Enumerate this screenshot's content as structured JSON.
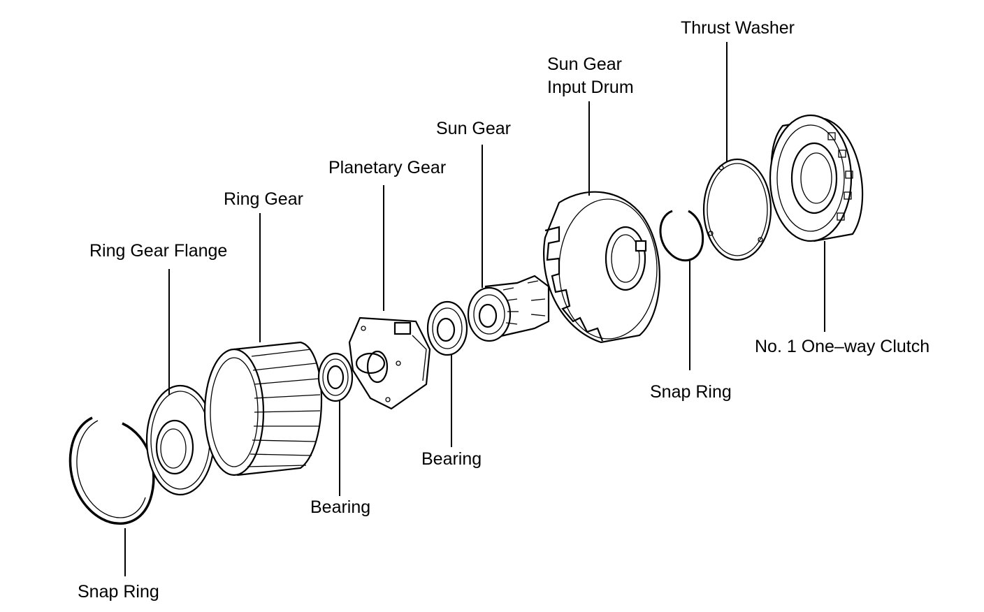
{
  "labels": {
    "snap_ring_left": "Snap Ring",
    "ring_gear_flange": "Ring Gear Flange",
    "ring_gear": "Ring Gear",
    "bearing_left": "Bearing",
    "planetary_gear": "Planetary Gear",
    "bearing_middle": "Bearing",
    "sun_gear": "Sun Gear",
    "sun_gear_input_drum_line1": "Sun Gear",
    "sun_gear_input_drum_line2": "Input Drum",
    "snap_ring_right": "Snap Ring",
    "thrust_washer": "Thrust Washer",
    "one_way_clutch": "No. 1 One–way Clutch"
  }
}
